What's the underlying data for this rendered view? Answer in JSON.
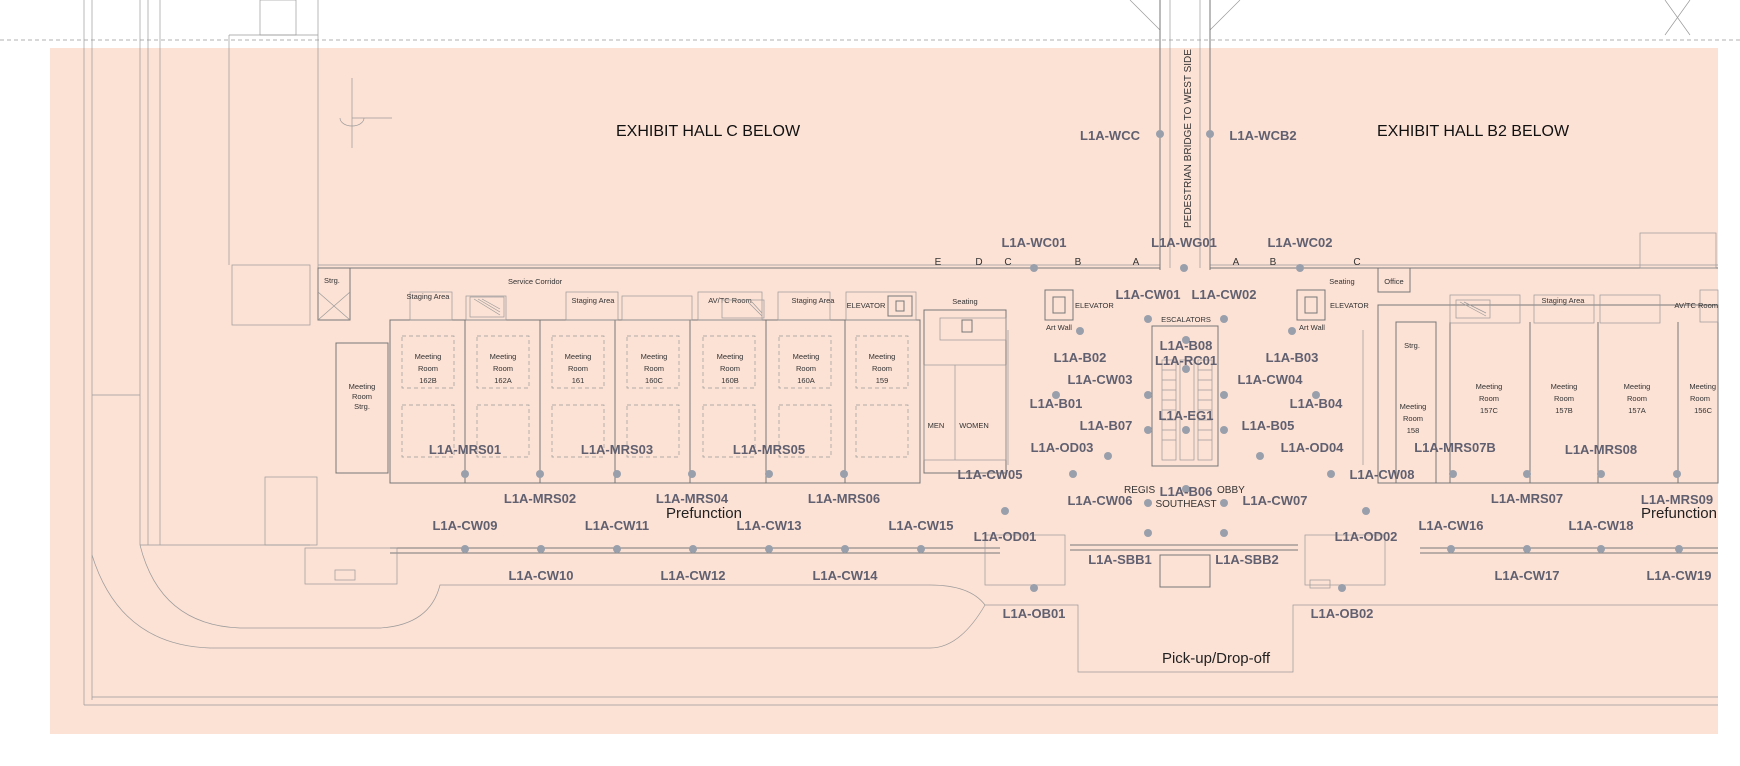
{
  "areas": {
    "exhibit_hall_c": "EXHIBIT HALL C BELOW",
    "exhibit_hall_b2": "EXHIBIT HALL B2 BELOW",
    "pedestrian_bridge": "PEDESTRIAN BRIDGE TO WEST SIDE",
    "service_corridor": "Service Corridor",
    "prefunction_left": "Prefunction",
    "prefunction_right": "Prefunction",
    "pickup": "Pick-up/Drop-off",
    "registration": "REGIS",
    "lobby": "OBBY",
    "southeast": "SOUTHEAST",
    "escalators": "ESCALATORS"
  },
  "rooms": [
    {
      "id": "162B",
      "label": [
        "Meeting",
        "Room",
        "162B"
      ]
    },
    {
      "id": "162A",
      "label": [
        "Meeting",
        "Room",
        "162A"
      ]
    },
    {
      "id": "161",
      "label": [
        "Meeting",
        "Room",
        "161"
      ]
    },
    {
      "id": "160C",
      "label": [
        "Meeting",
        "Room",
        "160C"
      ]
    },
    {
      "id": "160B",
      "label": [
        "Meeting",
        "Room",
        "160B"
      ]
    },
    {
      "id": "160A",
      "label": [
        "Meeting",
        "Room",
        "160A"
      ]
    },
    {
      "id": "159",
      "label": [
        "Meeting",
        "Room",
        "159"
      ]
    },
    {
      "id": "158",
      "label": [
        "Meeting",
        "Room",
        "158"
      ]
    },
    {
      "id": "157C",
      "label": [
        "Meeting",
        "Room",
        "157C"
      ]
    },
    {
      "id": "157B",
      "label": [
        "Meeting",
        "Room",
        "157B"
      ]
    },
    {
      "id": "157A",
      "label": [
        "Meeting",
        "Room",
        "157A"
      ]
    },
    {
      "id": "156C",
      "label": [
        "Meeting",
        "Room",
        "156C"
      ]
    }
  ],
  "small_labels": {
    "strg": "Strg.",
    "strg2": "Strg.",
    "staging": "Staging Area",
    "avtc": "AV/TC Room",
    "elevator": "ELEVATOR",
    "seating": "Seating",
    "office": "Office",
    "men": "MEN",
    "women": "WOMEN",
    "art_wall": "Art Wall",
    "meeting_room_strg": [
      "Meeting",
      "Room",
      "Strg."
    ]
  },
  "door_letters": [
    "E",
    "D",
    "C",
    "B",
    "A",
    "A",
    "B",
    "C"
  ],
  "locations": [
    {
      "code": "L1A-WCC"
    },
    {
      "code": "L1A-WCB2"
    },
    {
      "code": "L1A-WC01"
    },
    {
      "code": "L1A-WG01"
    },
    {
      "code": "L1A-WC02"
    },
    {
      "code": "L1A-CW01"
    },
    {
      "code": "L1A-CW02"
    },
    {
      "code": "L1A-B08"
    },
    {
      "code": "L1A-RC01"
    },
    {
      "code": "L1A-B02"
    },
    {
      "code": "L1A-B03"
    },
    {
      "code": "L1A-CW03"
    },
    {
      "code": "L1A-CW04"
    },
    {
      "code": "L1A-B01"
    },
    {
      "code": "L1A-B04"
    },
    {
      "code": "L1A-EG1"
    },
    {
      "code": "L1A-B07"
    },
    {
      "code": "L1A-B05"
    },
    {
      "code": "L1A-OD03"
    },
    {
      "code": "L1A-OD04"
    },
    {
      "code": "L1A-MRS01"
    },
    {
      "code": "L1A-MRS03"
    },
    {
      "code": "L1A-MRS05"
    },
    {
      "code": "L1A-MRS07B"
    },
    {
      "code": "L1A-MRS08"
    },
    {
      "code": "L1A-CW05"
    },
    {
      "code": "L1A-CW08"
    },
    {
      "code": "L1A-B06"
    },
    {
      "code": "L1A-MRS02"
    },
    {
      "code": "L1A-MRS04"
    },
    {
      "code": "L1A-MRS06"
    },
    {
      "code": "L1A-CW06"
    },
    {
      "code": "L1A-CW07"
    },
    {
      "code": "L1A-MRS07"
    },
    {
      "code": "L1A-MRS09"
    },
    {
      "code": "L1A-CW09"
    },
    {
      "code": "L1A-CW11"
    },
    {
      "code": "L1A-CW13"
    },
    {
      "code": "L1A-CW15"
    },
    {
      "code": "L1A-CW16"
    },
    {
      "code": "L1A-CW18"
    },
    {
      "code": "L1A-OD01"
    },
    {
      "code": "L1A-OD02"
    },
    {
      "code": "L1A-SBB1"
    },
    {
      "code": "L1A-SBB2"
    },
    {
      "code": "L1A-CW10"
    },
    {
      "code": "L1A-CW12"
    },
    {
      "code": "L1A-CW14"
    },
    {
      "code": "L1A-CW17"
    },
    {
      "code": "L1A-CW19"
    },
    {
      "code": "L1A-OB01"
    },
    {
      "code": "L1A-OB02"
    }
  ],
  "colors": {
    "floor": "#fce1d5",
    "marker": "#9aa0ab",
    "label": "#606070"
  }
}
